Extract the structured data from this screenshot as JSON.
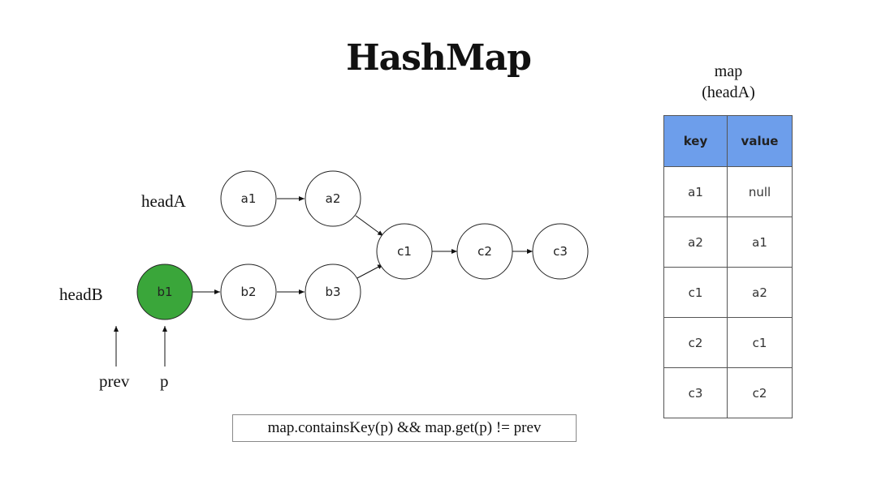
{
  "title": "HashMap",
  "labels": {
    "headA": "headA",
    "headB": "headB",
    "prev": "prev",
    "p": "p"
  },
  "nodes": {
    "a1": "a1",
    "a2": "a2",
    "b1": "b1",
    "b2": "b2",
    "b3": "b3",
    "c1": "c1",
    "c2": "c2",
    "c3": "c3"
  },
  "highlight_color": "#3aa63a",
  "map": {
    "caption_line1": "map",
    "caption_line2": "(headA)",
    "header_color": "#6d9eeb",
    "columns": [
      "key",
      "value"
    ],
    "rows": [
      [
        "a1",
        "null"
      ],
      [
        "a2",
        "a1"
      ],
      [
        "c1",
        "a2"
      ],
      [
        "c2",
        "c1"
      ],
      [
        "c3",
        "c2"
      ]
    ]
  },
  "condition": "map.containsKey(p) && map.get(p) != prev"
}
